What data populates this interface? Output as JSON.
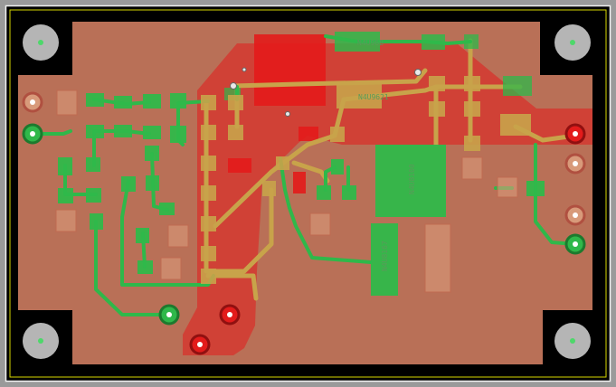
{
  "colors": {
    "frame": "#9a9a9a",
    "background": "#000000",
    "outline": "#f2f2f2",
    "keepout": "#d8d800",
    "board": "#c9795e",
    "top_copper": "#e31b1b",
    "bottom_copper": "#2fb84a",
    "trace_overlap": "#c8a34a",
    "mount_hole": "#b5b5b5",
    "hole_center": "#4dd86a",
    "pad_label": "#5a9a5a"
  },
  "icons": {
    "mount_hole": "mounting-hole-icon",
    "via": "via-icon",
    "through_hole": "through-hole-pad-icon"
  },
  "labels": {
    "ic_top_a": "N4U96B",
    "ic_top_b": "N4U9621",
    "ic_center": "N4U8100",
    "ic_bottom": "N4U8167"
  }
}
